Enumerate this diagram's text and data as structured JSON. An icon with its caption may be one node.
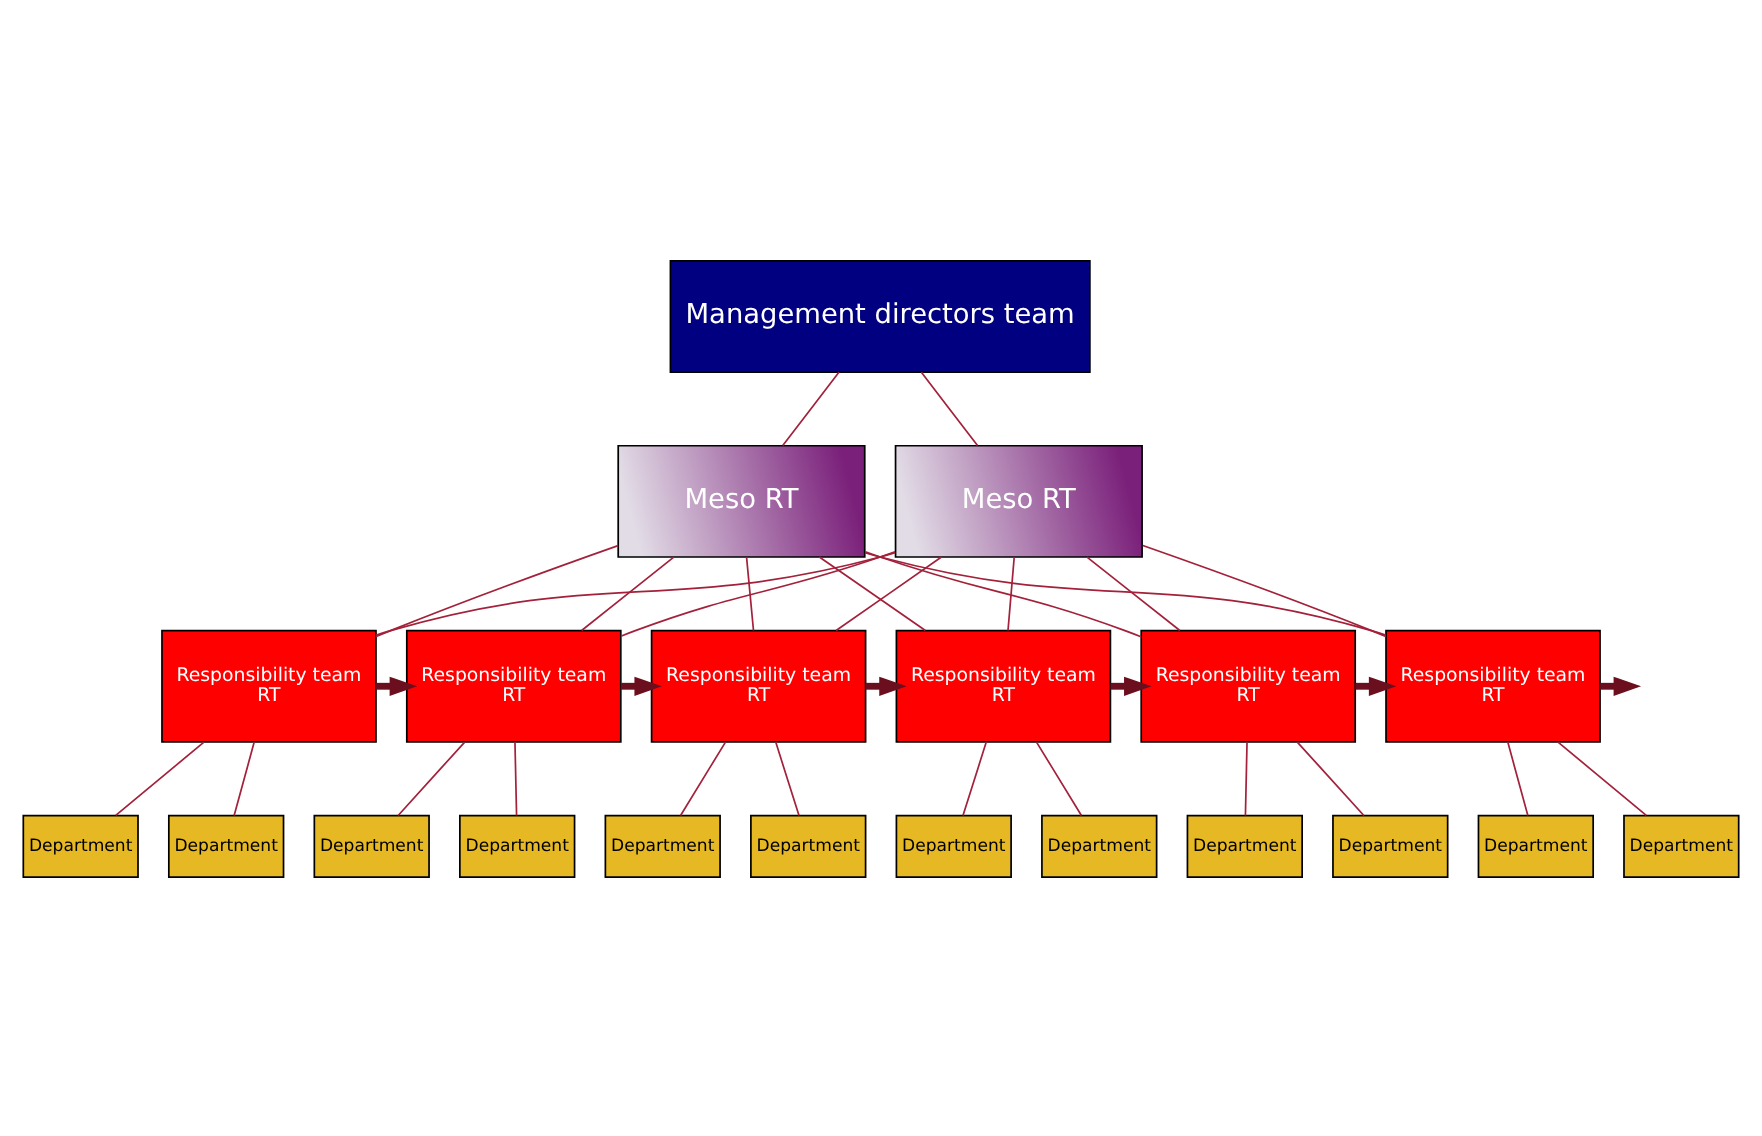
{
  "diagram": {
    "nodes": [
      {
        "text": [
          "Management directors team"
        ]
      },
      {
        "text": [
          "Meso RT"
        ]
      },
      {
        "text": [
          "Meso RT"
        ]
      },
      {
        "text": [
          "Responsibility team",
          "RT"
        ]
      },
      {
        "text": [
          "Responsibility team",
          "RT"
        ]
      },
      {
        "text": [
          "Responsibility team",
          "RT"
        ]
      },
      {
        "text": [
          "Responsibility team",
          "RT"
        ]
      },
      {
        "text": [
          "Responsibility team",
          "RT"
        ]
      },
      {
        "text": [
          "Responsibility team",
          "RT"
        ]
      },
      {
        "text": [
          "Department"
        ]
      },
      {
        "text": [
          "Department"
        ]
      },
      {
        "text": [
          "Department"
        ]
      },
      {
        "text": [
          "Department"
        ]
      },
      {
        "text": [
          "Department"
        ]
      },
      {
        "text": [
          "Department"
        ]
      },
      {
        "text": [
          "Department"
        ]
      },
      {
        "text": [
          "Department"
        ]
      },
      {
        "text": [
          "Department"
        ]
      },
      {
        "text": [
          "Department"
        ]
      },
      {
        "text": [
          "Department"
        ]
      },
      {
        "text": [
          "Department"
        ]
      }
    ],
    "edges": [
      {
        "from": 0,
        "to": 1,
        "arrow": "none"
      },
      {
        "from": 0,
        "to": 2,
        "arrow": "none"
      },
      {
        "from": 1,
        "to": 3,
        "arrow": "none"
      },
      {
        "from": 1,
        "to": 4,
        "arrow": "none"
      },
      {
        "from": 1,
        "to": 5,
        "arrow": "none"
      },
      {
        "from": 1,
        "to": 6,
        "arrow": "none"
      },
      {
        "from": 1,
        "to": 7,
        "arrow": "none"
      },
      {
        "from": 1,
        "to": 8,
        "arrow": "none"
      },
      {
        "from": 2,
        "to": 3,
        "arrow": "none"
      },
      {
        "from": 2,
        "to": 4,
        "arrow": "none"
      },
      {
        "from": 2,
        "to": 5,
        "arrow": "none"
      },
      {
        "from": 2,
        "to": 6,
        "arrow": "none"
      },
      {
        "from": 2,
        "to": 7,
        "arrow": "none"
      },
      {
        "from": 2,
        "to": 8,
        "arrow": "none"
      },
      {
        "from": 3,
        "to": 4,
        "arrow": "to",
        "style": "thick",
        "color": "#6b0f1f"
      },
      {
        "from": 4,
        "to": 5,
        "arrow": "to",
        "style": "thick",
        "color": "#6b0f1f"
      },
      {
        "from": 5,
        "to": 6,
        "arrow": "to",
        "style": "thick",
        "color": "#6b0f1f"
      },
      {
        "from": 6,
        "to": 7,
        "arrow": "to",
        "style": "thick",
        "color": "#6b0f1f"
      },
      {
        "from": 7,
        "to": 8,
        "arrow": "to",
        "style": "thick",
        "color": "#6b0f1f"
      },
      {
        "from": 8,
        "to": null,
        "arrow": "to",
        "style": "thick",
        "color": "#6b0f1f"
      },
      {
        "from": 3,
        "to": 9,
        "arrow": "none"
      },
      {
        "from": 3,
        "to": 10,
        "arrow": "none"
      },
      {
        "from": 4,
        "to": 11,
        "arrow": "none"
      },
      {
        "from": 4,
        "to": 12,
        "arrow": "none"
      },
      {
        "from": 5,
        "to": 13,
        "arrow": "none"
      },
      {
        "from": 5,
        "to": 14,
        "arrow": "none"
      },
      {
        "from": 6,
        "to": 15,
        "arrow": "none"
      },
      {
        "from": 6,
        "to": 16,
        "arrow": "none"
      },
      {
        "from": 7,
        "to": 17,
        "arrow": "none"
      },
      {
        "from": 7,
        "to": 18,
        "arrow": "none"
      },
      {
        "from": 8,
        "to": 19,
        "arrow": "none"
      },
      {
        "from": 8,
        "to": 20,
        "arrow": "none"
      }
    ]
  }
}
